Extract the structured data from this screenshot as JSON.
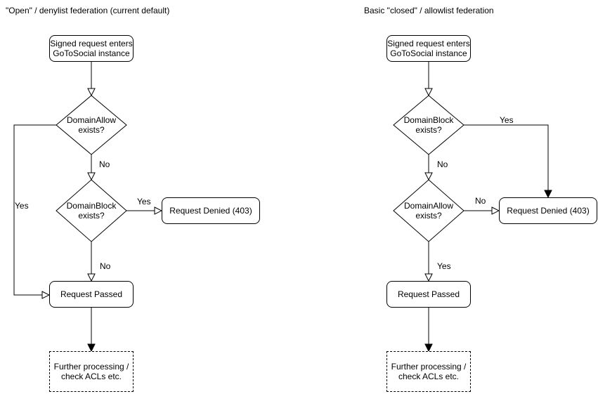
{
  "diagram": {
    "background_color": "#ffffff",
    "stroke_color": "#000000",
    "text_color": "#000000"
  },
  "left_flowchart": {
    "title": "\"Open\" / denylist federation (current default)",
    "nodes": {
      "start": "Signed request enters\nGoToSocial instance",
      "domain_allow_decision": "DomainAllow\nexists?",
      "domain_block_decision": "DomainBlock\nexists?",
      "request_denied": "Request Denied (403)",
      "request_passed": "Request Passed",
      "further_processing": "Further processing /\ncheck ACLs etc."
    },
    "edge_labels": {
      "allow_yes": "Yes",
      "allow_no": "No",
      "block_yes": "Yes",
      "block_no": "No"
    }
  },
  "right_flowchart": {
    "title": "Basic \"closed\" / allowlist federation",
    "nodes": {
      "start": "Signed request enters\nGoToSocial instance",
      "domain_block_decision": "DomainBlock\nexists?",
      "domain_allow_decision": "DomainAllow\nexists?",
      "request_denied": "Request Denied (403)",
      "request_passed": "Request Passed",
      "further_processing": "Further processing /\ncheck ACLs etc."
    },
    "edge_labels": {
      "block_yes": "Yes",
      "block_no": "No",
      "allow_no": "No",
      "allow_yes": "Yes"
    }
  }
}
